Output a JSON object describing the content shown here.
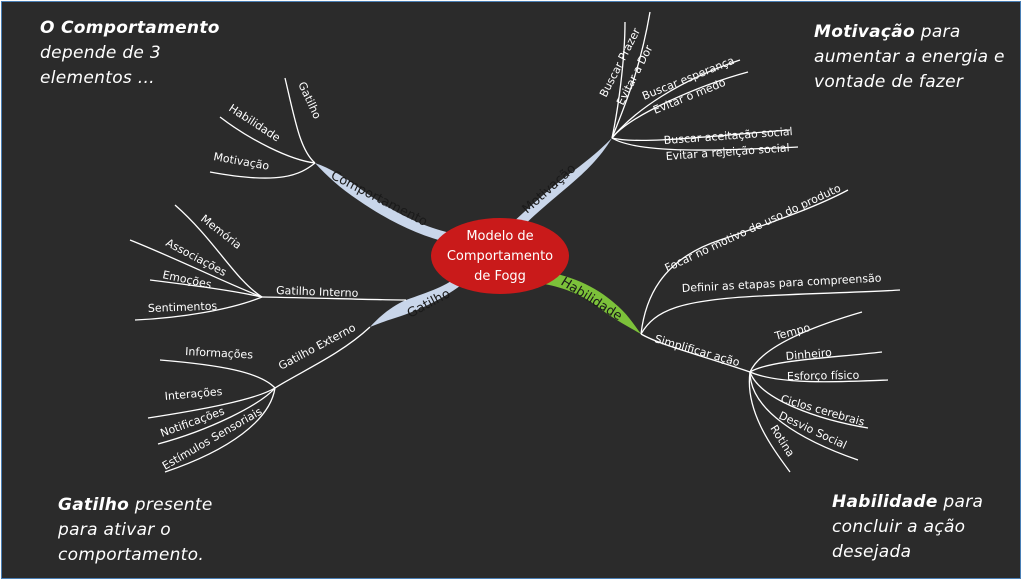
{
  "corners": {
    "top_left": {
      "bold": "O Comportamento",
      "rest": [
        "depende de 3",
        "elementos ..."
      ]
    },
    "top_right": {
      "bold": "Motivação",
      "rest_first": " para",
      "rest": [
        "aumentar a energia e",
        "vontade de fazer"
      ]
    },
    "bottom_left": {
      "bold": "Gatilho",
      "rest_first": " presente",
      "rest": [
        "para ativar o",
        "comportamento."
      ]
    },
    "bottom_right": {
      "bold": "Habilidade",
      "rest_first": " para",
      "rest": [
        "concluir a ação",
        "desejada"
      ]
    }
  },
  "center": {
    "lines": [
      "Modelo de",
      "Comportamento",
      "de Fogg"
    ]
  },
  "branches": {
    "comportamento": {
      "label": "Comportamento",
      "children": [
        "Gatilho",
        "Habilidade",
        "Motivação"
      ]
    },
    "motivacao": {
      "label": "Motivação",
      "children": [
        "Buscar Prazer",
        "Evitar a Dor",
        "Buscar esperança",
        "Evitar o medo",
        "Buscar aceitação social",
        "Evitar a rejeição social"
      ]
    },
    "habilidade": {
      "label": "Habilidade",
      "children": [
        "Focar no motivo de uso do produto",
        "Definir as etapas  para compreensão",
        "Simplificar ação"
      ],
      "simplificar": [
        "Tempo",
        "Dinheiro",
        "Esforço físico",
        "Ciclos cerebrais",
        "Desvio Social",
        "Rotina"
      ]
    },
    "gatilho": {
      "label": "Gatilho",
      "interno": {
        "label": "Gatilho Interno",
        "children": [
          "Memória",
          "Associações",
          "Emoções",
          "Sentimentos"
        ]
      },
      "externo": {
        "label": "Gatilho Externo",
        "children": [
          "Informações",
          "Interações",
          "Notificações",
          "Estímulos  Sensoriais"
        ]
      }
    }
  },
  "colors": {
    "background": "#2b2b2b",
    "center": "#c91a1a",
    "branch": "#c9d6ea",
    "habilidade": "#7cc13a",
    "line": "#ffffff"
  }
}
